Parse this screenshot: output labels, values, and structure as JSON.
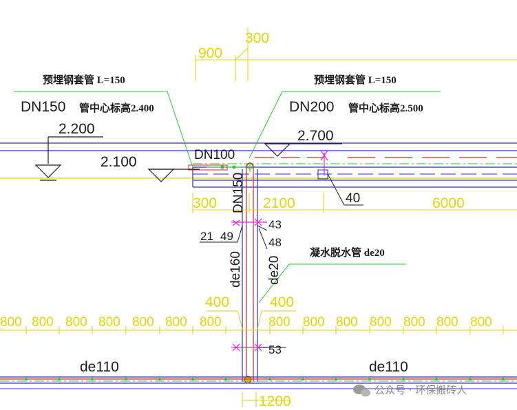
{
  "drawing": {
    "left_sleeve": {
      "title": "预埋钢套管 L=150",
      "spec": "DN150",
      "center_note": "管中心标高2.400"
    },
    "right_sleeve": {
      "title": "预埋钢套管 L=150",
      "spec": "DN200",
      "center_note": "管中心标高2.500"
    },
    "elevations": {
      "e1": "2.200",
      "e2": "2.100",
      "e3": "2.700"
    },
    "pipe_labels": {
      "dn100": "DN100",
      "dn150": "DN150",
      "de160": "de160",
      "de20": "de20",
      "de110_left": "de110",
      "de110_right": "de110"
    },
    "drain_note": "凝水脱水管 de20",
    "dims_top": {
      "d900": "900",
      "d300": "300"
    },
    "dims_mid": {
      "d300": "300",
      "d2100": "2100",
      "d6000": "6000",
      "d40": "40"
    },
    "dims_small": {
      "d21": "21",
      "d49": "49",
      "d43": "43",
      "d48": "48",
      "d53": "53"
    },
    "dims_400": {
      "left": "400",
      "right": "400"
    },
    "dims_spacing": {
      "left_repeat": "800",
      "right_repeat": "800"
    },
    "dims_bottom": {
      "d1200": "1200"
    }
  },
  "watermark": {
    "text": "公众号 · 环保搬砖人"
  },
  "colors": {
    "pipe_blue": "#2a2ad8",
    "dim_yellow": "#e6d400",
    "leader_green": "#22cc22",
    "pipe_red": "#e02020",
    "magenta": "#dd22dd",
    "background": "#ffffff"
  }
}
